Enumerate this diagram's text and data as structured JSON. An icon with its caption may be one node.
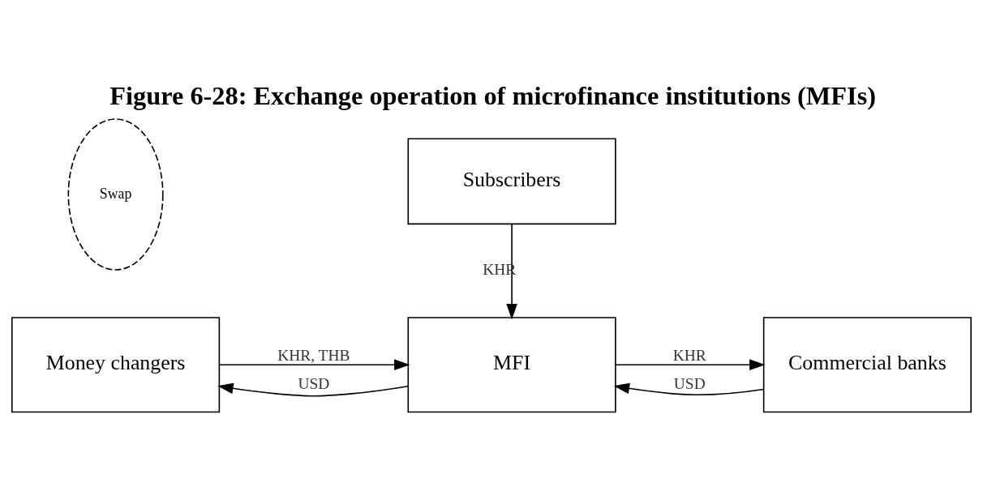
{
  "diagram": {
    "title": "Figure 6-28: Exchange operation of microfinance institutions (MFIs)",
    "nodes": [
      {
        "text": [
          "Money changers"
        ]
      },
      {
        "text": [
          "MFI"
        ]
      },
      {
        "text": [
          "Commercial banks"
        ]
      },
      {
        "text": [
          "Subscribers"
        ]
      },
      {
        "text": [
          "Swap"
        ]
      }
    ],
    "edges": [
      {
        "from": 0,
        "to": 1,
        "arrow": "to",
        "label": "KHR, THB"
      },
      {
        "from": 1,
        "to": 0,
        "arrow": "to",
        "label": "USD"
      },
      {
        "from": 1,
        "to": 2,
        "arrow": "to",
        "label": "KHR"
      },
      {
        "from": 2,
        "to": 1,
        "arrow": "to",
        "label": "USD"
      },
      {
        "from": 3,
        "to": 1,
        "arrow": "to",
        "label": "KHR"
      }
    ]
  }
}
